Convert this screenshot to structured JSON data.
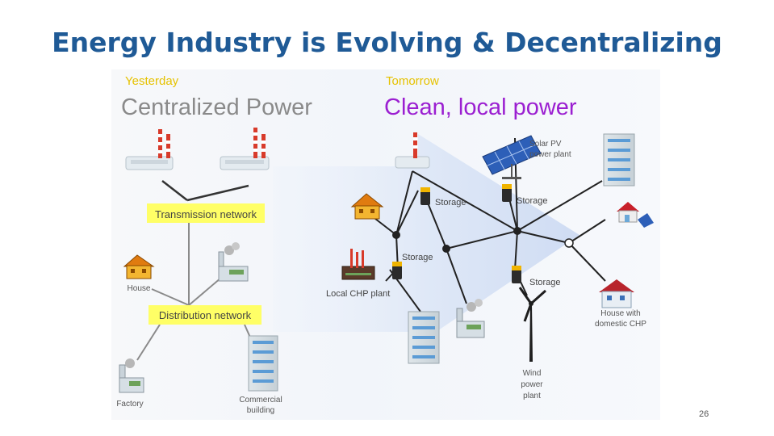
{
  "slide": {
    "title": "Energy Industry is Evolving & Decentralizing",
    "page_number": "26"
  },
  "diagram": {
    "yesterday": {
      "label": "Yesterday",
      "heading": "Centralized Power",
      "transmission_label": "Transmission network",
      "distribution_label": "Distribution network",
      "house_label": "House",
      "factory_label": "Factory",
      "commercial_label": "Commercial building"
    },
    "tomorrow": {
      "label": "Tomorrow",
      "heading": "Clean, local power",
      "solar_label": "Solar PV power plant",
      "storage_label": "Storage",
      "chp_label": "Local CHP plant",
      "wind_label": "Wind power plant",
      "house_chp_label": "House with domestic CHP"
    },
    "colors": {
      "yesterday_label": "#e6c200",
      "heading_gray": "#8a8a8a",
      "heading_purple": "#9b1fd1",
      "network_highlight": "#ffff66",
      "title_blue": "#1f5a96"
    }
  }
}
